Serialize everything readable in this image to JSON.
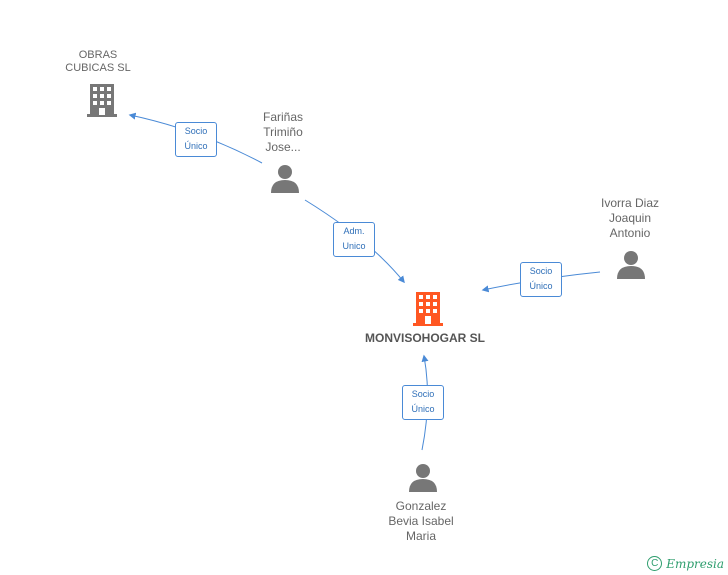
{
  "nodes": {
    "main_company": {
      "label": "MONVISOHOGAR SL",
      "icon": "building-icon",
      "color": "#ff5722"
    },
    "obras": {
      "label": "OBRAS\nCUBICAS SL",
      "icon": "building-icon",
      "color": "#777777"
    },
    "farinas": {
      "label": "Fariñas\nTrimiño\nJose...",
      "icon": "person-icon",
      "color": "#777777"
    },
    "ivorra": {
      "label": "Ivorra Diaz\nJoaquin\nAntonio",
      "icon": "person-icon",
      "color": "#777777"
    },
    "gonzalez": {
      "label": "Gonzalez\nBevia Isabel\nMaria",
      "icon": "person-icon",
      "color": "#777777"
    }
  },
  "edges": {
    "farinas_obras": {
      "label": "Socio\nÚnico"
    },
    "farinas_main": {
      "label": "Adm.\nUnico"
    },
    "ivorra_main": {
      "label": "Socio\nÚnico"
    },
    "gonzalez_main": {
      "label": "Socio\nÚnico"
    }
  },
  "colors": {
    "edge": "#4a8ad6",
    "accent": "#ff5722"
  },
  "footer": {
    "copyright_symbol": "C",
    "brand": "Empresia"
  }
}
